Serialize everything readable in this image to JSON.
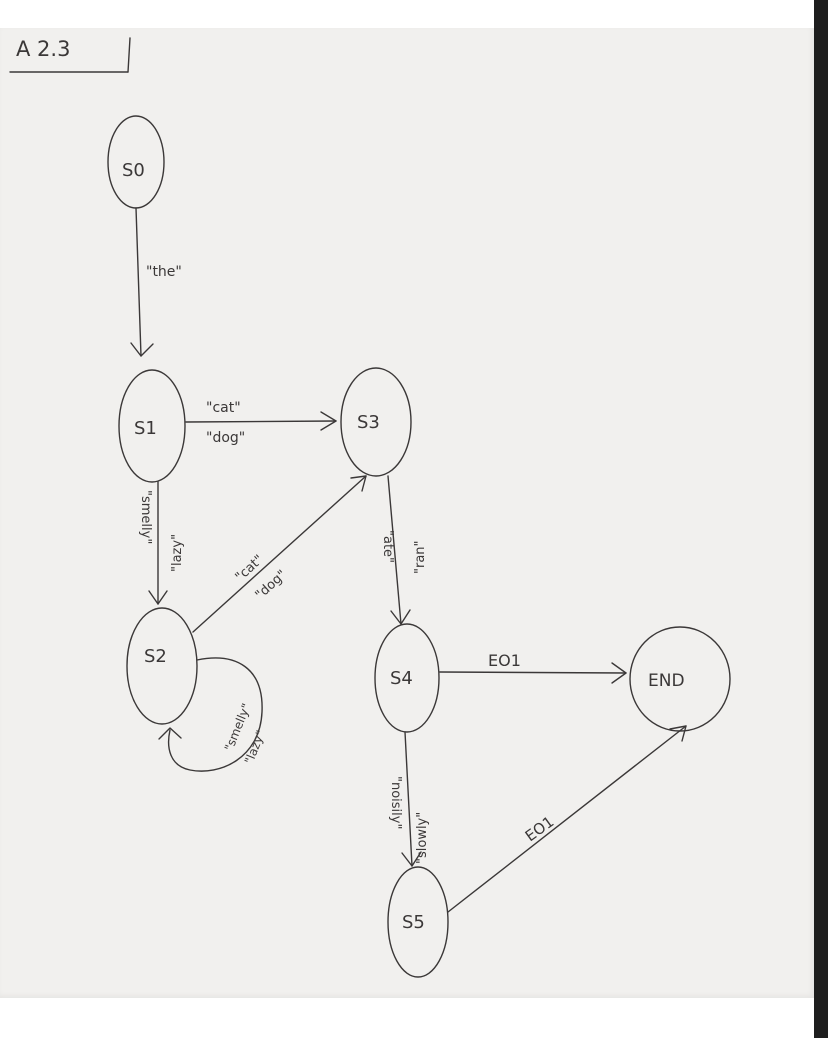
{
  "page_label": "A 2.3",
  "states": {
    "s0": "S0",
    "s1": "S1",
    "s2": "S2",
    "s3": "S3",
    "s4": "S4",
    "s5": "S5",
    "end": "END"
  },
  "transitions": {
    "s0_s1": [
      "\"the\""
    ],
    "s1_s3": [
      "\"cat\"",
      "\"dog\""
    ],
    "s1_s2": [
      "\"smelly\"",
      "\"lazy\""
    ],
    "s2_s3": [
      "\"cat\"",
      "\"dog\""
    ],
    "s2_loop": [
      "\"smelly\"",
      "\"lazy\""
    ],
    "s3_s4": [
      "\"ate\"",
      "\"ran\""
    ],
    "s4_end": [
      "EO1"
    ],
    "s4_s5": [
      "\"noisily\"",
      "\"slowly\""
    ],
    "s5_end": [
      "EO1"
    ]
  },
  "colors": {
    "paper": "#f1f0ee",
    "ink": "#3b3838"
  }
}
